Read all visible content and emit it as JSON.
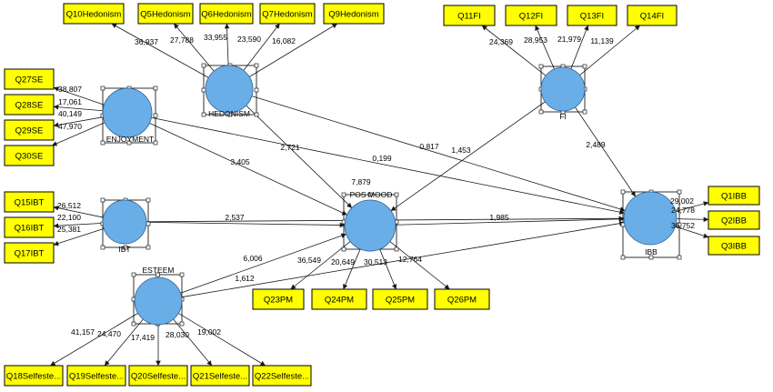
{
  "colors": {
    "indicator_fill": "#ffff00",
    "latent_fill": "#6aaee8",
    "line": "#1a1a1a",
    "background": "#ffffff"
  },
  "indicators": [
    {
      "id": "q10",
      "text": "Q10Hedonism"
    },
    {
      "id": "q5",
      "text": "Q5Hedonism"
    },
    {
      "id": "q6",
      "text": "Q6Hedonism"
    },
    {
      "id": "q7",
      "text": "Q7Hedonism"
    },
    {
      "id": "q9",
      "text": "Q9Hedonism"
    },
    {
      "id": "q11",
      "text": "Q11FI"
    },
    {
      "id": "q12",
      "text": "Q12FI"
    },
    {
      "id": "q13",
      "text": "Q13FI"
    },
    {
      "id": "q14",
      "text": "Q14FI"
    },
    {
      "id": "q27",
      "text": "Q27SE"
    },
    {
      "id": "q28",
      "text": "Q28SE"
    },
    {
      "id": "q29",
      "text": "Q29SE"
    },
    {
      "id": "q30",
      "text": "Q30SE"
    },
    {
      "id": "q15",
      "text": "Q15IBT"
    },
    {
      "id": "q16",
      "text": "Q16IBT"
    },
    {
      "id": "q17",
      "text": "Q17IBT"
    },
    {
      "id": "q1",
      "text": "Q1IBB"
    },
    {
      "id": "q2",
      "text": "Q2IBB"
    },
    {
      "id": "q3",
      "text": "Q3IBB"
    },
    {
      "id": "q23",
      "text": "Q23PM"
    },
    {
      "id": "q24",
      "text": "Q24PM"
    },
    {
      "id": "q25",
      "text": "Q25PM"
    },
    {
      "id": "q26",
      "text": "Q26PM"
    },
    {
      "id": "q18",
      "text": "Q18Selfeste..."
    },
    {
      "id": "q19",
      "text": "Q19Selfeste..."
    },
    {
      "id": "q20",
      "text": "Q20Selfeste..."
    },
    {
      "id": "q21",
      "text": "Q21Selfeste..."
    },
    {
      "id": "q22",
      "text": "Q22Selfeste..."
    }
  ],
  "latents": [
    {
      "id": "hed",
      "label": "HEDONISM"
    },
    {
      "id": "enj",
      "label": "ENJOYMENT"
    },
    {
      "id": "fi",
      "label": "FI"
    },
    {
      "id": "ibt",
      "label": "IBT"
    },
    {
      "id": "pm",
      "label": "POS MOOD"
    },
    {
      "id": "ibb",
      "label": "IBB"
    },
    {
      "id": "est",
      "label": "ESTEEM"
    }
  ],
  "outer_loadings": [
    {
      "from": "hed",
      "to": "q10",
      "value": "36,937"
    },
    {
      "from": "hed",
      "to": "q5",
      "value": "27,788"
    },
    {
      "from": "hed",
      "to": "q6",
      "value": "33,955"
    },
    {
      "from": "hed",
      "to": "q7",
      "value": "23,590"
    },
    {
      "from": "hed",
      "to": "q9",
      "value": "16,082"
    },
    {
      "from": "fi",
      "to": "q11",
      "value": "24,369"
    },
    {
      "from": "fi",
      "to": "q12",
      "value": "28,953"
    },
    {
      "from": "fi",
      "to": "q13",
      "value": "21,979"
    },
    {
      "from": "fi",
      "to": "q14",
      "value": "11,139"
    },
    {
      "from": "enj",
      "to": "q27",
      "value": "38,807"
    },
    {
      "from": "enj",
      "to": "q28",
      "value": "17,061"
    },
    {
      "from": "enj",
      "to": "q29",
      "value": "40,149"
    },
    {
      "from": "enj",
      "to": "q30",
      "value": "47,970"
    },
    {
      "from": "ibt",
      "to": "q15",
      "value": "26,512"
    },
    {
      "from": "ibt",
      "to": "q16",
      "value": "22,100"
    },
    {
      "from": "ibt",
      "to": "q17",
      "value": "25,381"
    },
    {
      "from": "ibb",
      "to": "q1",
      "value": "29,002"
    },
    {
      "from": "ibb",
      "to": "q2",
      "value": "24,778"
    },
    {
      "from": "ibb",
      "to": "q3",
      "value": "36,752"
    },
    {
      "from": "pm",
      "to": "q23",
      "value": "36,549"
    },
    {
      "from": "pm",
      "to": "q24",
      "value": "20,649"
    },
    {
      "from": "pm",
      "to": "q25",
      "value": "30,513"
    },
    {
      "from": "pm",
      "to": "q26",
      "value": "12,764"
    },
    {
      "from": "est",
      "to": "q18",
      "value": "41,157"
    },
    {
      "from": "est",
      "to": "q19",
      "value": "24,470"
    },
    {
      "from": "est",
      "to": "q20",
      "value": "17,419"
    },
    {
      "from": "est",
      "to": "q21",
      "value": "28,030"
    },
    {
      "from": "est",
      "to": "q22",
      "value": "19,002"
    }
  ],
  "structural_paths": [
    {
      "from": "hed",
      "to": "pm",
      "value": "2,721"
    },
    {
      "from": "hed",
      "to": "ibb",
      "value": "0,817"
    },
    {
      "from": "enj",
      "to": "pm",
      "value": "3,405"
    },
    {
      "from": "enj",
      "to": "ibb",
      "value": "0,199"
    },
    {
      "from": "fi",
      "to": "pm",
      "value": "1,453"
    },
    {
      "from": "fi",
      "to": "ibb",
      "value": "2,489"
    },
    {
      "from": "ibt",
      "to": "pm",
      "value": "2,537"
    },
    {
      "from": "ibt",
      "to": "ibb",
      "value": "7,879"
    },
    {
      "from": "pm",
      "to": "ibb",
      "value": "1,985"
    },
    {
      "from": "est",
      "to": "pm",
      "value": "6,006"
    },
    {
      "from": "est",
      "to": "ibb",
      "value": "1,612"
    }
  ]
}
